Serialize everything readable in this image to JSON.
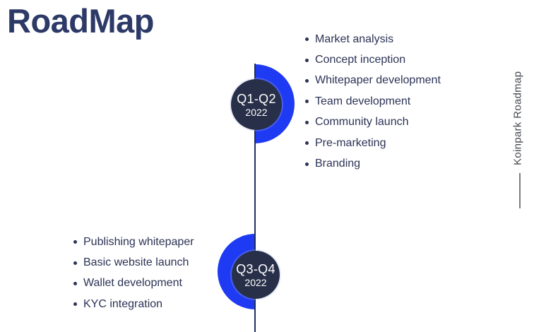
{
  "title": "RoadMap",
  "side_label": "Koinpark Roadmap",
  "colors": {
    "accent": "#1e3af2",
    "navy": "#283049",
    "ink": "#2c3356",
    "line": "#202f5c",
    "muted": "#45494f",
    "tick": "#7c7c7c",
    "title": "#2d3a68"
  },
  "milestones": {
    "m1": {
      "label": "Q1-Q2",
      "year": "2022",
      "side": "right",
      "items": [
        "Market analysis",
        "Concept inception",
        "Whitepaper development",
        "Team development",
        "Community launch",
        "Pre-marketing",
        "Branding"
      ]
    },
    "m2": {
      "label": "Q3-Q4",
      "year": "2022",
      "side": "left",
      "items": [
        "Publishing whitepaper",
        "Basic website launch",
        "Wallet development",
        "KYC integration"
      ]
    }
  }
}
